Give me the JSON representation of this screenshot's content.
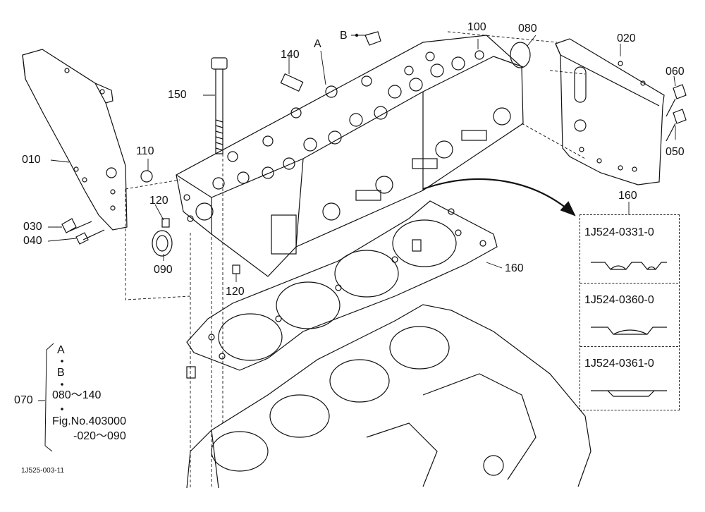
{
  "callouts": {
    "c010": "010",
    "c020": "020",
    "c030": "030",
    "c040": "040",
    "c050": "050",
    "c060": "060",
    "c080": "080",
    "c090": "090",
    "c100": "100",
    "c110": "110",
    "c120a": "120",
    "c120b": "120",
    "c140": "140",
    "c150": "150",
    "c160a": "160",
    "c160b": "160",
    "cA": "A",
    "cB": "B"
  },
  "variants": [
    {
      "code": "1J524-0331-0"
    },
    {
      "code": "1J524-0360-0"
    },
    {
      "code": "1J524-0361-0"
    }
  ],
  "kit": {
    "number": "070",
    "line1": "A",
    "line2": "B",
    "line3": "080～140",
    "line4": "Fig.No.403000",
    "line5": "-020～090"
  },
  "figure_code": "1J525-003-11"
}
